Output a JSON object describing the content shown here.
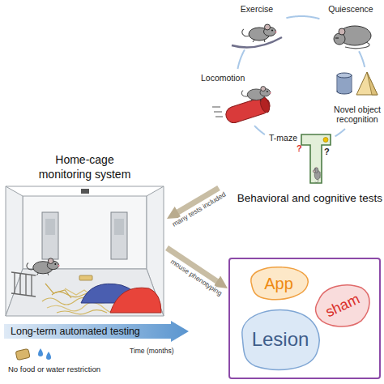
{
  "diagram": {
    "nodes": [
      {
        "text": [
          "Behavioral and cognitive tests"
        ]
      },
      {
        "text": [
          "Exercise"
        ],
        "in": 0
      },
      {
        "text": [
          "Quiescence"
        ],
        "in": 0
      },
      {
        "text": [
          "Locomotion"
        ],
        "in": 0
      },
      {
        "text": [
          "Novel object recognition"
        ],
        "in": 0
      },
      {
        "text": [
          "T-maze"
        ],
        "in": 0
      },
      {
        "text": [
          "Home-cage monitoring system"
        ]
      },
      {
        "text": [
          "Long-term automated testing"
        ]
      },
      {
        "text": []
      },
      {
        "text": [
          "App"
        ],
        "in": 8
      },
      {
        "text": [
          "Lesion"
        ],
        "in": 8
      },
      {
        "text": [
          "sham"
        ],
        "in": 8
      }
    ],
    "edges": [
      {
        "from": 1,
        "to": 2,
        "arrow": "none"
      },
      {
        "from": 2,
        "to": 4,
        "arrow": "none"
      },
      {
        "from": 4,
        "to": 5,
        "arrow": "none"
      },
      {
        "from": 5,
        "to": 3,
        "arrow": "none"
      },
      {
        "from": 3,
        "to": 1,
        "arrow": "none"
      },
      {
        "from": 0,
        "to": 6,
        "label": "many tests included",
        "arrow": "to"
      },
      {
        "from": 6,
        "to": 8,
        "label": "mouse phenotyping",
        "arrow": "to"
      }
    ],
    "labels": [
      "?",
      "?",
      "Time (months)",
      "No food or water restriction"
    ]
  }
}
